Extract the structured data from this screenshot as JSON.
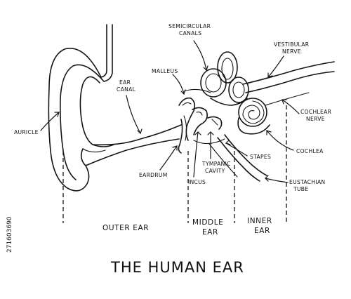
{
  "title": "THE HUMAN EAR",
  "watermark": "271603690",
  "labels": {
    "semicircular_1": "SEMICIRCULAR",
    "semicircular_2": "CANALS",
    "vestibular_1": "VESTIBULAR",
    "vestibular_2": "NERVE",
    "malleus": "MALLEUS",
    "ear_canal_1": "EAR",
    "ear_canal_2": "CANAL",
    "auricle": "AURICLE",
    "cochlear_nerve_1": "COCHLEAR",
    "cochlear_nerve_2": "NERVE",
    "cochlea": "COCHLEA",
    "stapes": "STAPES",
    "tympanic_1": "TYMPANIC",
    "tympanic_2": "CAVITY",
    "eardrum": "EARDRUM",
    "incus": "INCUS",
    "eustachian_1": "EUSTACHIAN",
    "eustachian_2": "TUBE"
  },
  "sections": {
    "outer": "OUTER EAR",
    "middle_1": "MIDDLE",
    "middle_2": "EAR",
    "inner_1": "INNER",
    "inner_2": "EAR"
  }
}
